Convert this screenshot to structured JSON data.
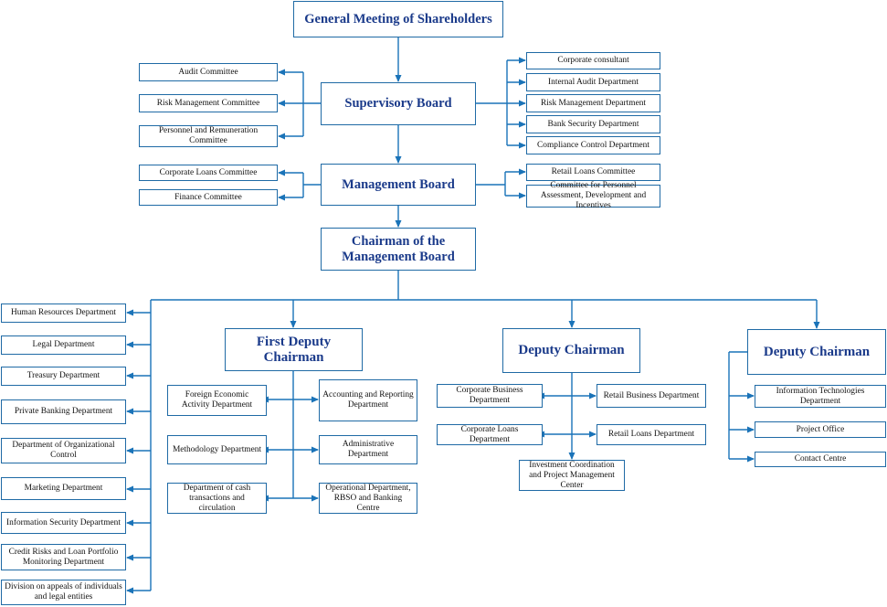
{
  "nodes": {
    "gms": "General Meeting of Shareholders",
    "supervisory_board": "Supervisory Board",
    "management_board": "Management Board",
    "chairman": "Chairman of the Management Board",
    "audit_committee": "Audit Committee",
    "risk_mgmt_committee": "Risk Management Committee",
    "personnel_remuneration_committee": "Personnel and Remuneration Committee",
    "corporate_consultant": "Corporate consultant",
    "internal_audit_dept": "Internal Audit Department",
    "risk_mgmt_dept": "Risk Management Department",
    "bank_security_dept": "Bank Security Department",
    "compliance_control_dept": "Compliance Control Department",
    "corporate_loans_committee": "Corporate Loans Committee",
    "finance_committee": "Finance Committee",
    "retail_loans_committee": "Retail Loans Committee",
    "personnel_assessment_committee": "Committee for Personnel Assessment, Development and Incentives",
    "hr_dept": "Human Resources Department",
    "legal_dept": "Legal Department",
    "treasury_dept": "Treasury Department",
    "private_banking_dept": "Private Banking Department",
    "org_control_dept": "Department of Organizational Control",
    "marketing_dept": "Marketing Department",
    "info_security_dept": "Information Security Department",
    "credit_risks_dept": "Credit Risks and Loan Portfolio Monitoring Department",
    "appeals_division": "Division on appeals of individuals and legal entities",
    "first_deputy": "First Deputy Chairman",
    "foreign_econ_dept": "Foreign Economic Activity Department",
    "accounting_dept": "Accounting and Reporting Department",
    "methodology_dept": "Methodology Department",
    "administrative_dept": "Administrative Department",
    "cash_dept": "Department of cash transactions and circulation",
    "operational_dept": "Operational Department, RBSO and Banking Centre",
    "deputy_1": "Deputy Chairman",
    "corporate_business_dept": "Corporate Business Department",
    "retail_business_dept": "Retail Business Department",
    "corporate_loans_dept": "Corporate Loans Department",
    "retail_loans_dept": "Retail Loans Department",
    "investment_center": "Investment Coordination and Project Management Center",
    "deputy_2": "Deputy Chairman",
    "it_dept": "Information Technologies Department",
    "project_office": "Project Office",
    "contact_centre": "Contact Centre"
  },
  "colors": {
    "line": "#1a73b8",
    "border": "#1f6aa5",
    "title": "#1a3a8a"
  }
}
